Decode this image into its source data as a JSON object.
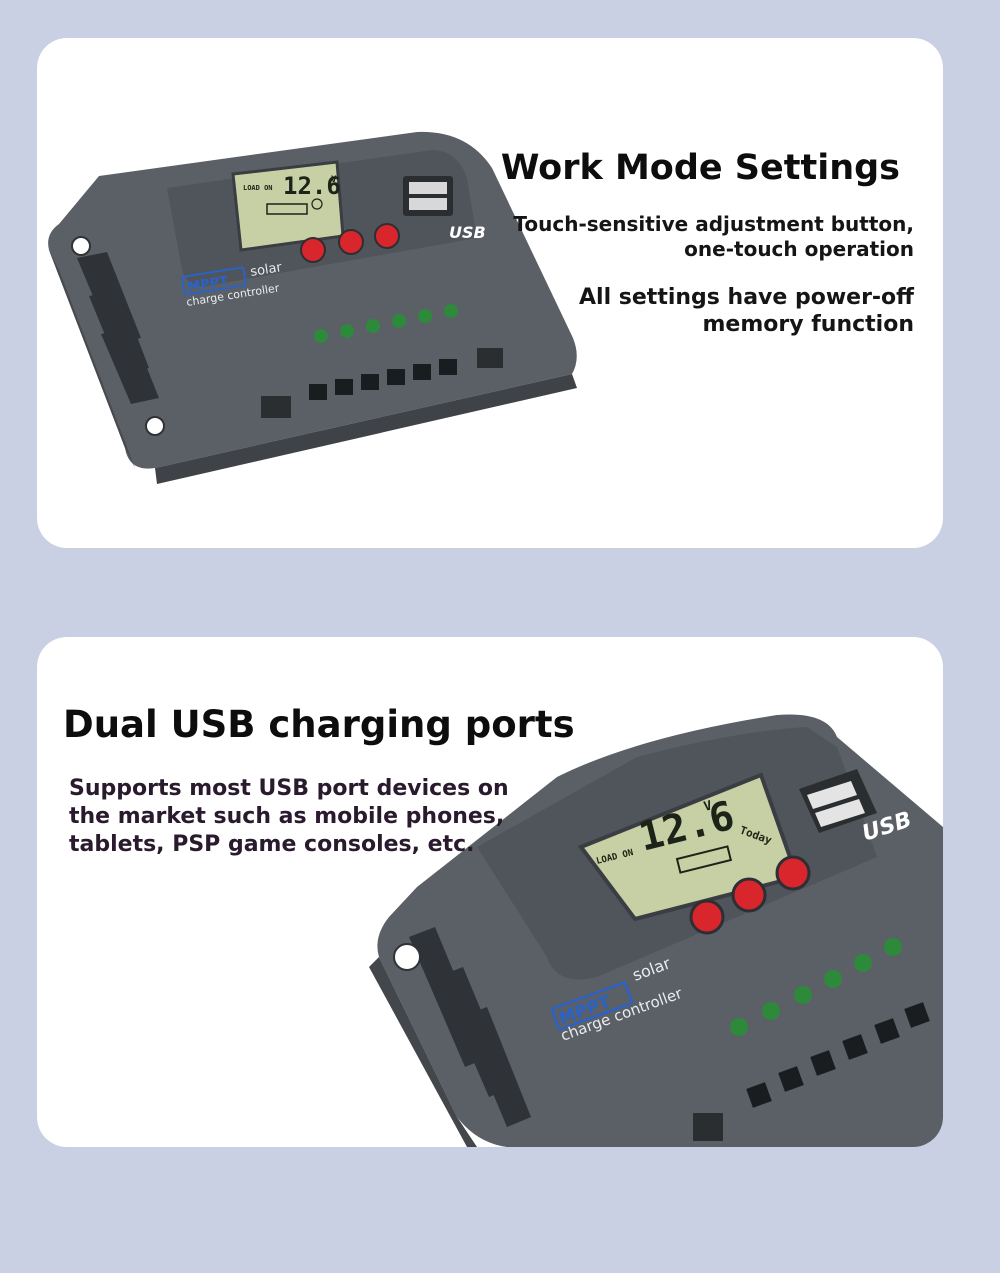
{
  "section_1": {
    "title": "Work Mode Settings",
    "feature_1": [
      "Touch-sensitive adjustment button,",
      "one-touch operation"
    ],
    "feature_2": [
      "All settings have power-off",
      "memory function"
    ]
  },
  "section_2": {
    "title": "Dual USB charging ports",
    "description": [
      "Supports most USB port devices on",
      "the market such as mobile phones,",
      "tablets, PSP game consoles, etc."
    ]
  },
  "device": {
    "lcd_load": "LOAD ON",
    "lcd_value": "12.6",
    "lcd_unit": "V",
    "lcd_today": "Today",
    "brand_mppt": "MPPT",
    "brand_solar": "solar",
    "brand_sub": "charge controller",
    "usb_logo": "USB"
  },
  "colors": {
    "page_background": "#c9d0e4",
    "card_background": "#ffffff",
    "device_body": "#5b6066",
    "device_dark": "#43474c",
    "lcd": "#c7d0a4",
    "button_red": "#d9252c",
    "led_green": "#2d8a3a",
    "brand_blue": "#2a62c7"
  }
}
